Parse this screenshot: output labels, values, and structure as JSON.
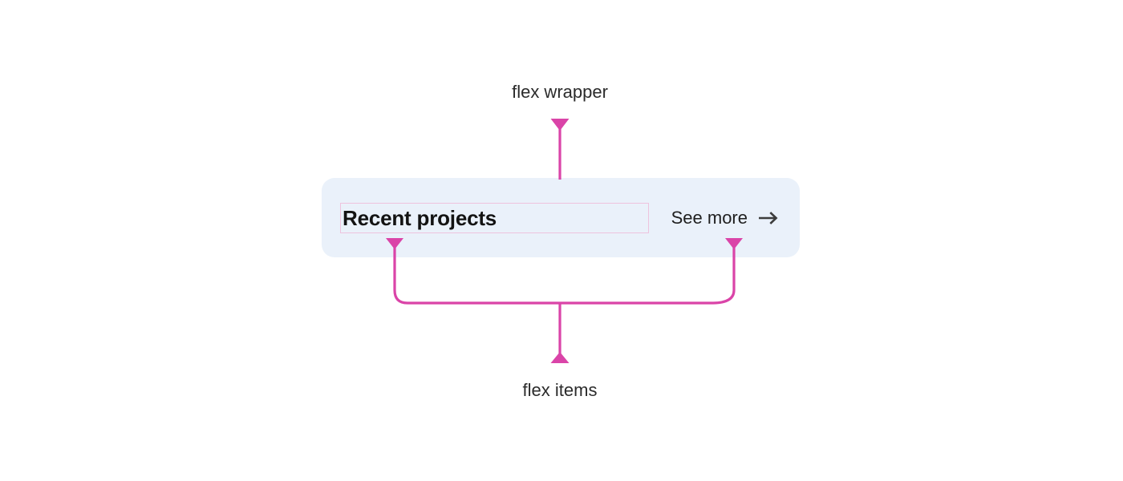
{
  "diagram": {
    "type": "annotated-ui-flexbox-diagram",
    "background_color": "#ffffff",
    "annotation_color": "#da44a8",
    "annotations": [
      {
        "id": "flex-wrapper",
        "label": "flex wrapper",
        "position": "top",
        "points_to": "flex-wrapper-card",
        "text_color": "#2b2b2b"
      },
      {
        "id": "flex-items",
        "label": "flex items",
        "position": "bottom",
        "points_to": "card-title-item, see-more-item",
        "text_color": "#2b2b2b"
      }
    ]
  },
  "card": {
    "name": "flex wrapper",
    "background_color": "#eaf1fa",
    "border_radius": "16px",
    "title": {
      "text": "Recent projects",
      "color": "#131313",
      "outline_color": "#eec3de"
    },
    "see_more": {
      "label": "See more",
      "icon": "arrow-right-icon",
      "color": "#1f1f1f"
    }
  }
}
